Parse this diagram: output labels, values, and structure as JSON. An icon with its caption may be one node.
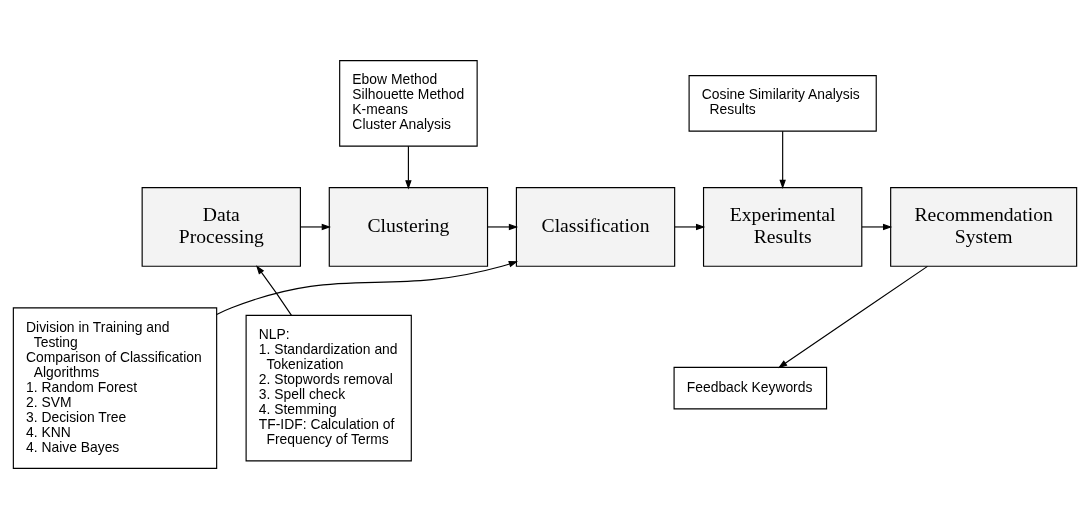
{
  "diagram": {
    "nodes": [
      {
        "text": [
          "Data Processing"
        ]
      },
      {
        "text": [
          "Clustering"
        ]
      },
      {
        "text": [
          "Classification"
        ]
      },
      {
        "text": [
          "Experimental Results"
        ]
      },
      {
        "text": [
          "Recommendation System"
        ]
      },
      {
        "text": [
          "Ebow Method",
          "Silhouette Method",
          "K-means",
          "Cluster Analysis"
        ]
      },
      {
        "text": [
          "Cosine Similarity Analysis Results"
        ]
      },
      {
        "text": [
          "NLP:",
          "1. Standardization and Tokenization",
          "2. Stopwords removal",
          "3. Spell check",
          "4. Stemming",
          "TF-IDF: Calculation of Frequency of Terms"
        ]
      },
      {
        "text": [
          "Division in Training and Testing",
          "Comparison of Classification Algorithms",
          "1. Random Forest",
          "2. SVM",
          "3. Decision Tree",
          "4. KNN",
          "4. Naive Bayes"
        ]
      },
      {
        "text": [
          "Feedback Keywords"
        ]
      }
    ],
    "edges": [
      {
        "from": 0,
        "to": 1,
        "arrow": "to"
      },
      {
        "from": 1,
        "to": 2,
        "arrow": "to"
      },
      {
        "from": 2,
        "to": 3,
        "arrow": "to"
      },
      {
        "from": 3,
        "to": 4,
        "arrow": "to"
      },
      {
        "from": 5,
        "to": 1,
        "arrow": "to"
      },
      {
        "from": 6,
        "to": 3,
        "arrow": "to"
      },
      {
        "from": 7,
        "to": 0,
        "arrow": "to"
      },
      {
        "from": 8,
        "to": 2,
        "arrow": "to"
      },
      {
        "from": 4,
        "to": 9,
        "arrow": "to"
      }
    ]
  }
}
